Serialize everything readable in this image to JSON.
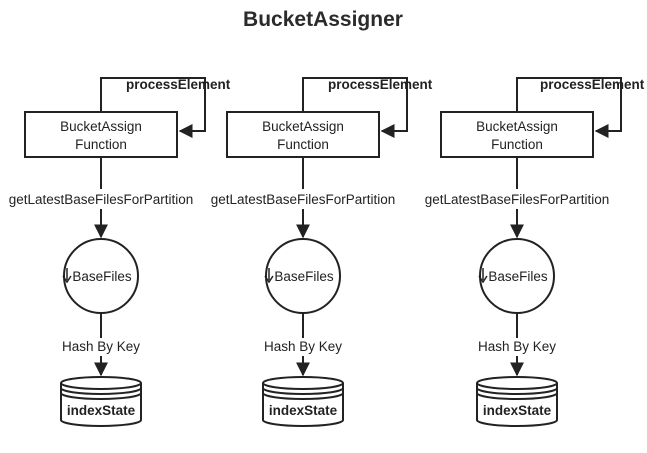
{
  "title": "BucketAssigner",
  "columns": [
    {
      "function_line1": "BucketAssign",
      "function_line2": "Function",
      "self_loop_label": "processElement",
      "edge1_label": "getLatestBaseFilesForPartition",
      "state_label": "BaseFiles",
      "edge2_label": "Hash By Key",
      "store_label": "indexState"
    },
    {
      "function_line1": "BucketAssign",
      "function_line2": "Function",
      "self_loop_label": "processElement",
      "edge1_label": "getLatestBaseFilesForPartition",
      "state_label": "BaseFiles",
      "edge2_label": "Hash By Key",
      "store_label": "indexState"
    },
    {
      "function_line1": "BucketAssign",
      "function_line2": "Function",
      "self_loop_label": "processElement",
      "edge1_label": "getLatestBaseFilesForPartition",
      "state_label": "BaseFiles",
      "edge2_label": "Hash By Key",
      "store_label": "indexState"
    }
  ]
}
